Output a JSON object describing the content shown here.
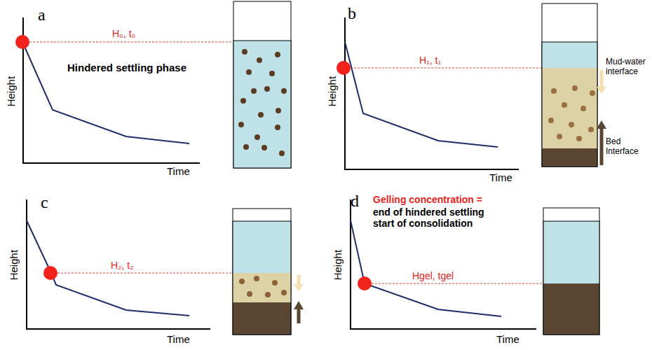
{
  "diagram": {
    "labels": [
      "a",
      "H₀, t₀",
      "Hindered settling phase",
      "Height",
      "Time",
      "b",
      "H₁, t₁",
      "Height",
      "Mud-water interface",
      "Bed Interface",
      "Time",
      "c",
      "H₂, t₂",
      "Height",
      "Time",
      "d",
      "Gelling concentration =",
      "end of hindered settling start of consolidation",
      "Height",
      "Hgel, tgel",
      "Time"
    ]
  }
}
